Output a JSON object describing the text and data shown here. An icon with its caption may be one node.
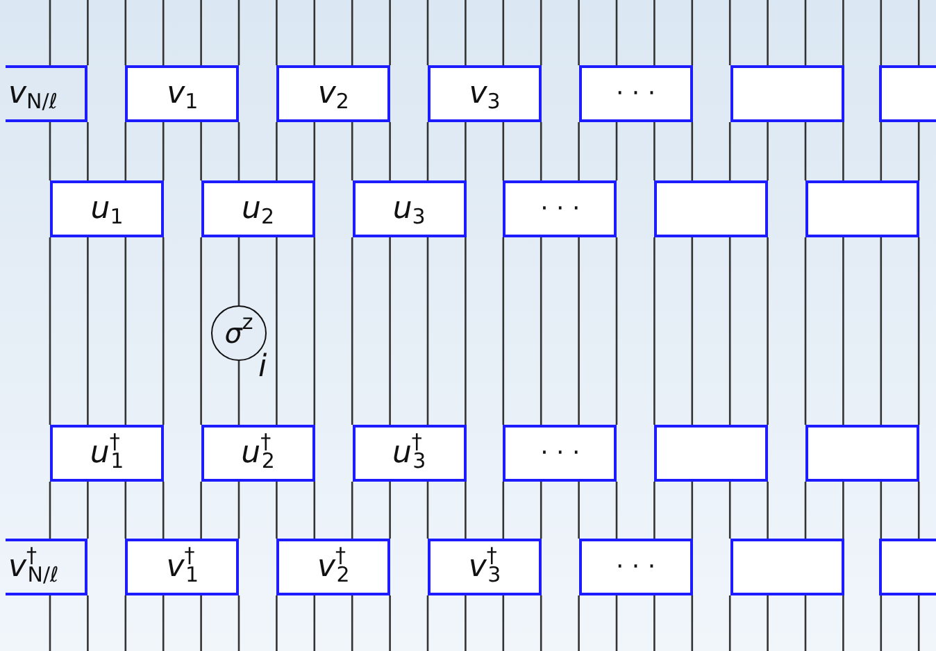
{
  "diagram": {
    "nodes": [
      {
        "text": [
          "v$_{N/ℓ}$"
        ]
      },
      {
        "text": [
          "v$_{1}$"
        ]
      },
      {
        "text": [
          "v$_{2}$"
        ]
      },
      {
        "text": [
          "v$_{3}$"
        ]
      },
      {
        "text": [
          "· · ·"
        ]
      },
      {
        "text": [],
        "shape": "box"
      },
      {
        "text": [],
        "shape": "box"
      },
      {
        "text": [
          "u$_{1}$"
        ]
      },
      {
        "text": [
          "u$_{2}$"
        ]
      },
      {
        "text": [
          "u$_{3}$"
        ]
      },
      {
        "text": [
          "· · ·"
        ]
      },
      {
        "text": [],
        "shape": "box"
      },
      {
        "text": [],
        "shape": "box"
      },
      {
        "text": [
          "σ$^{z}$"
        ],
        "beside": [
          "i"
        ]
      },
      {
        "text": [
          "u$^{†}$$_{1}$"
        ]
      },
      {
        "text": [
          "u$^{†}$$_{2}$"
        ]
      },
      {
        "text": [
          "u$^{†}$$_{3}$"
        ]
      },
      {
        "text": [
          "· · ·"
        ]
      },
      {
        "text": [],
        "shape": "box"
      },
      {
        "text": [],
        "shape": "box"
      },
      {
        "text": [
          "v$^{†}$$_{N/ℓ}$"
        ]
      },
      {
        "text": [
          "v$^{†}$$_{1}$"
        ]
      },
      {
        "text": [
          "v$^{†}$$_{2}$"
        ]
      },
      {
        "text": [
          "v$^{†}$$_{3}$"
        ]
      },
      {
        "text": [
          "· · ·"
        ]
      },
      {
        "text": [],
        "shape": "box"
      },
      {
        "text": [],
        "shape": "box"
      }
    ],
    "edges": [
      {
        "from": null,
        "to": 0,
        "arrow": "none"
      },
      {
        "from": 0,
        "to": 7,
        "arrow": "none"
      },
      {
        "from": 7,
        "to": 14,
        "arrow": "none"
      },
      {
        "from": 14,
        "to": 20,
        "arrow": "none"
      },
      {
        "from": 20,
        "to": null,
        "arrow": "none"
      },
      {
        "from": null,
        "to": 0,
        "arrow": "none"
      },
      {
        "from": 0,
        "to": 7,
        "arrow": "none"
      },
      {
        "from": 7,
        "to": 14,
        "arrow": "none"
      },
      {
        "from": 14,
        "to": 20,
        "arrow": "none"
      },
      {
        "from": 20,
        "to": null,
        "arrow": "none"
      },
      {
        "from": null,
        "to": 1,
        "arrow": "none"
      },
      {
        "from": 1,
        "to": 7,
        "arrow": "none"
      },
      {
        "from": 7,
        "to": 14,
        "arrow": "none"
      },
      {
        "from": 14,
        "to": 21,
        "arrow": "none"
      },
      {
        "from": 21,
        "to": null,
        "arrow": "none"
      },
      {
        "from": null,
        "to": 1,
        "arrow": "none"
      },
      {
        "from": 1,
        "to": 7,
        "arrow": "none"
      },
      {
        "from": 7,
        "to": 14,
        "arrow": "none"
      },
      {
        "from": 14,
        "to": 21,
        "arrow": "none"
      },
      {
        "from": 21,
        "to": null,
        "arrow": "none"
      },
      {
        "from": null,
        "to": 1,
        "arrow": "none"
      },
      {
        "from": 1,
        "to": 8,
        "arrow": "none"
      },
      {
        "from": 8,
        "to": 15,
        "arrow": "none"
      },
      {
        "from": 15,
        "to": 21,
        "arrow": "none"
      },
      {
        "from": 21,
        "to": null,
        "arrow": "none"
      },
      {
        "from": null,
        "to": 1,
        "arrow": "none"
      },
      {
        "from": 1,
        "to": 8,
        "arrow": "none"
      },
      {
        "from": 8,
        "to": 13,
        "arrow": "none"
      },
      {
        "from": 13,
        "to": 15,
        "arrow": "none"
      },
      {
        "from": 15,
        "to": 21,
        "arrow": "none"
      },
      {
        "from": 21,
        "to": null,
        "arrow": "none"
      },
      {
        "from": null,
        "to": 2,
        "arrow": "none"
      },
      {
        "from": 2,
        "to": 8,
        "arrow": "none"
      },
      {
        "from": 8,
        "to": 15,
        "arrow": "none"
      },
      {
        "from": 15,
        "to": 22,
        "arrow": "none"
      },
      {
        "from": 22,
        "to": null,
        "arrow": "none"
      },
      {
        "from": null,
        "to": 2,
        "arrow": "none"
      },
      {
        "from": 2,
        "to": 8,
        "arrow": "none"
      },
      {
        "from": 8,
        "to": 15,
        "arrow": "none"
      },
      {
        "from": 15,
        "to": 22,
        "arrow": "none"
      },
      {
        "from": 22,
        "to": null,
        "arrow": "none"
      },
      {
        "from": null,
        "to": 2,
        "arrow": "none"
      },
      {
        "from": 2,
        "to": 9,
        "arrow": "none"
      },
      {
        "from": 9,
        "to": 16,
        "arrow": "none"
      },
      {
        "from": 16,
        "to": 22,
        "arrow": "none"
      },
      {
        "from": 22,
        "to": null,
        "arrow": "none"
      },
      {
        "from": null,
        "to": 2,
        "arrow": "none"
      },
      {
        "from": 2,
        "to": 9,
        "arrow": "none"
      },
      {
        "from": 9,
        "to": 16,
        "arrow": "none"
      },
      {
        "from": 16,
        "to": 22,
        "arrow": "none"
      },
      {
        "from": 22,
        "to": null,
        "arrow": "none"
      },
      {
        "from": null,
        "to": 3,
        "arrow": "none"
      },
      {
        "from": 3,
        "to": 9,
        "arrow": "none"
      },
      {
        "from": 9,
        "to": 16,
        "arrow": "none"
      },
      {
        "from": 16,
        "to": 23,
        "arrow": "none"
      },
      {
        "from": 23,
        "to": null,
        "arrow": "none"
      },
      {
        "from": null,
        "to": 3,
        "arrow": "none"
      },
      {
        "from": 3,
        "to": 9,
        "arrow": "none"
      },
      {
        "from": 9,
        "to": 16,
        "arrow": "none"
      },
      {
        "from": 16,
        "to": 23,
        "arrow": "none"
      },
      {
        "from": 23,
        "to": null,
        "arrow": "none"
      },
      {
        "from": null,
        "to": 3,
        "arrow": "none"
      },
      {
        "from": 3,
        "to": 10,
        "arrow": "none"
      },
      {
        "from": 10,
        "to": 17,
        "arrow": "none"
      },
      {
        "from": 17,
        "to": 23,
        "arrow": "none"
      },
      {
        "from": 23,
        "to": null,
        "arrow": "none"
      },
      {
        "from": null,
        "to": 3,
        "arrow": "none"
      },
      {
        "from": 3,
        "to": 10,
        "arrow": "none"
      },
      {
        "from": 10,
        "to": 17,
        "arrow": "none"
      },
      {
        "from": 17,
        "to": 23,
        "arrow": "none"
      },
      {
        "from": 23,
        "to": null,
        "arrow": "none"
      },
      {
        "from": null,
        "to": 4,
        "arrow": "none"
      },
      {
        "from": 4,
        "to": 10,
        "arrow": "none"
      },
      {
        "from": 10,
        "to": 17,
        "arrow": "none"
      },
      {
        "from": 17,
        "to": 24,
        "arrow": "none"
      },
      {
        "from": 24,
        "to": null,
        "arrow": "none"
      },
      {
        "from": null,
        "to": 4,
        "arrow": "none"
      },
      {
        "from": 4,
        "to": 10,
        "arrow": "none"
      },
      {
        "from": 10,
        "to": 17,
        "arrow": "none"
      },
      {
        "from": 17,
        "to": 24,
        "arrow": "none"
      },
      {
        "from": 24,
        "to": null,
        "arrow": "none"
      },
      {
        "from": null,
        "to": 4,
        "arrow": "none"
      },
      {
        "from": 4,
        "to": 11,
        "arrow": "none"
      },
      {
        "from": 11,
        "to": 18,
        "arrow": "none"
      },
      {
        "from": 18,
        "to": 24,
        "arrow": "none"
      },
      {
        "from": 24,
        "to": null,
        "arrow": "none"
      },
      {
        "from": null,
        "to": 4,
        "arrow": "none"
      },
      {
        "from": 4,
        "to": 11,
        "arrow": "none"
      },
      {
        "from": 11,
        "to": 18,
        "arrow": "none"
      },
      {
        "from": 18,
        "to": 24,
        "arrow": "none"
      },
      {
        "from": 24,
        "to": null,
        "arrow": "none"
      },
      {
        "from": null,
        "to": 5,
        "arrow": "none"
      },
      {
        "from": 5,
        "to": 11,
        "arrow": "none"
      },
      {
        "from": 11,
        "to": 18,
        "arrow": "none"
      },
      {
        "from": 18,
        "to": 25,
        "arrow": "none"
      },
      {
        "from": 25,
        "to": null,
        "arrow": "none"
      },
      {
        "from": null,
        "to": 5,
        "arrow": "none"
      },
      {
        "from": 5,
        "to": 11,
        "arrow": "none"
      },
      {
        "from": 11,
        "to": 18,
        "arrow": "none"
      },
      {
        "from": 18,
        "to": 25,
        "arrow": "none"
      },
      {
        "from": 25,
        "to": null,
        "arrow": "none"
      },
      {
        "from": null,
        "to": 5,
        "arrow": "none"
      },
      {
        "from": 5,
        "to": 12,
        "arrow": "none"
      },
      {
        "from": 12,
        "to": 19,
        "arrow": "none"
      },
      {
        "from": 19,
        "to": 25,
        "arrow": "none"
      },
      {
        "from": 25,
        "to": null,
        "arrow": "none"
      },
      {
        "from": null,
        "to": 5,
        "arrow": "none"
      },
      {
        "from": 5,
        "to": 12,
        "arrow": "none"
      },
      {
        "from": 12,
        "to": 19,
        "arrow": "none"
      },
      {
        "from": 19,
        "to": 25,
        "arrow": "none"
      },
      {
        "from": 25,
        "to": null,
        "arrow": "none"
      },
      {
        "from": null,
        "to": 6,
        "arrow": "none"
      },
      {
        "from": 6,
        "to": 12,
        "arrow": "none"
      },
      {
        "from": 12,
        "to": 19,
        "arrow": "none"
      },
      {
        "from": 19,
        "to": 26,
        "arrow": "none"
      },
      {
        "from": 26,
        "to": null,
        "arrow": "none"
      },
      {
        "from": null,
        "to": 6,
        "arrow": "none"
      },
      {
        "from": 6,
        "to": 12,
        "arrow": "none"
      },
      {
        "from": 12,
        "to": 19,
        "arrow": "none"
      },
      {
        "from": 19,
        "to": 26,
        "arrow": "none"
      },
      {
        "from": 26,
        "to": null,
        "arrow": "none"
      }
    ]
  }
}
